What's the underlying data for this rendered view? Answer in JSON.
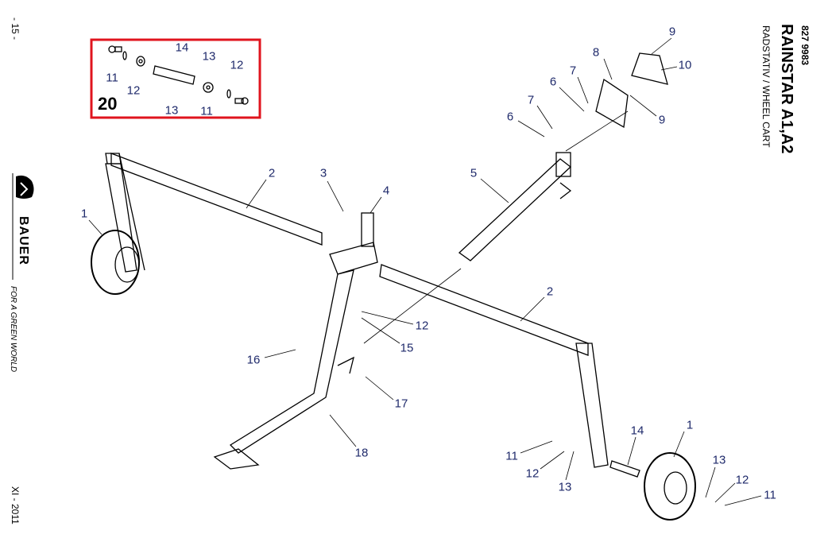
{
  "header": {
    "part_number": "827 9983",
    "title": "RAINSTAR A1,A2",
    "subtitle": "RADSTATIV / WHEEL  CART"
  },
  "sidebar": {
    "page_number": "- 15 -",
    "brand": "BAUER",
    "slogan": "FOR A GREEN WORLD",
    "date": "XI - 2011"
  },
  "inset": {
    "number": "20",
    "highlight_color": "#e0141e",
    "callouts": [
      "11",
      "12",
      "14",
      "13",
      "12",
      "13",
      "11"
    ]
  },
  "callouts": [
    "9",
    "8",
    "10",
    "7",
    "6",
    "9",
    "7",
    "6",
    "2",
    "3",
    "4",
    "5",
    "1",
    "2",
    "12",
    "15",
    "16",
    "17",
    "18",
    "1",
    "14",
    "11",
    "12",
    "13",
    "13",
    "12",
    "11"
  ]
}
